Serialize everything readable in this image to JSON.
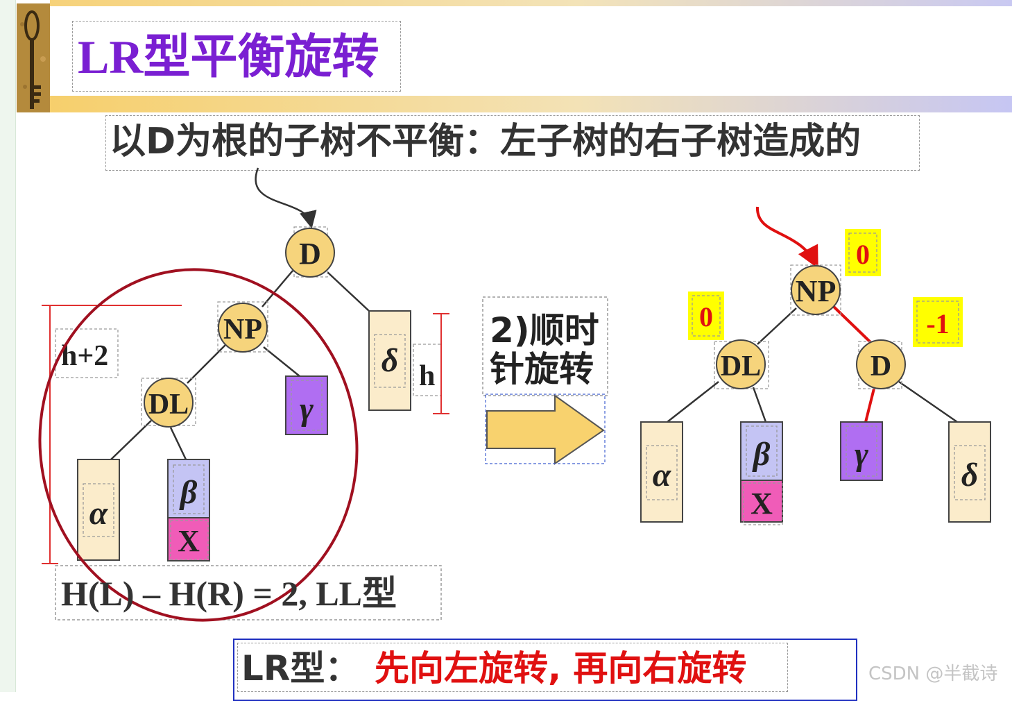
{
  "header": {
    "title": "LR型平衡旋转",
    "subtitle": "以D为根的子树不平衡：左子树的右子树造成的"
  },
  "left_tree": {
    "nodes": {
      "root": "D",
      "child": "NP",
      "grandchild": "DL"
    },
    "subtrees": {
      "alpha": "α",
      "beta": "β",
      "gamma": "γ",
      "delta": "δ",
      "x": "X"
    },
    "height_left": "h+2",
    "height_right": "h",
    "formula": "H(L) – H(R) = 2, LL型"
  },
  "rotation": {
    "line1": "2)顺时",
    "line2": "针旋转"
  },
  "right_tree": {
    "nodes": {
      "root": "NP",
      "left": "DL",
      "right": "D"
    },
    "subtrees": {
      "alpha": "α",
      "beta": "β",
      "gamma": "γ",
      "delta": "δ",
      "x": "X"
    },
    "balance": {
      "root": "0",
      "left": "0",
      "right": "-1"
    }
  },
  "footer": {
    "label": "LR型：",
    "action": "先向左旋转, 再向右旋转"
  },
  "watermark": "CSDN @半截诗",
  "colors": {
    "title": "#7a1fd2",
    "node_fill": "#f6d47c",
    "subtree_fill": "#fbeccb",
    "beta_fill": "#c4c4f4",
    "gamma_fill": "#b06ef2",
    "x_fill": "#f05cb8",
    "badge_fill": "#ffff00",
    "highlight_red": "#e01010",
    "ellipse": "#a01020"
  }
}
